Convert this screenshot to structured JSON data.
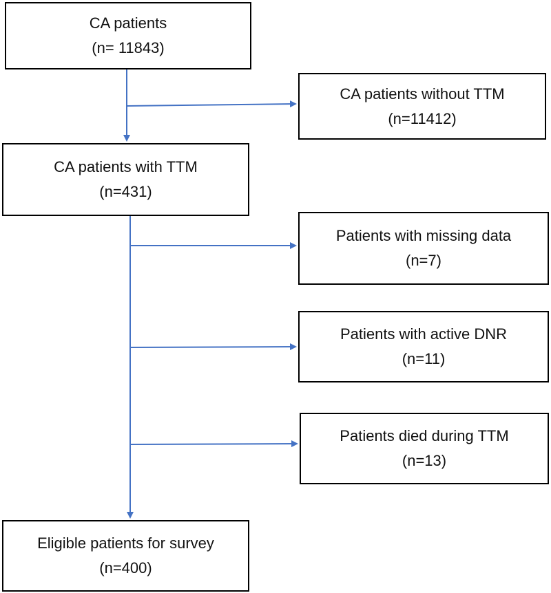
{
  "flowchart": {
    "accent_color": "#4472C4",
    "boxes": [
      {
        "title": "CA patients",
        "count": "(n= 11843)"
      },
      {
        "title": "CA patients without TTM",
        "count": "(n=11412)"
      },
      {
        "title": "CA patients with TTM",
        "count": "(n=431)"
      },
      {
        "title": "Patients with missing data",
        "count": "(n=7)"
      },
      {
        "title": "Patients with active DNR",
        "count": "(n=11)"
      },
      {
        "title": "Patients died during TTM",
        "count": "(n=13)"
      },
      {
        "title": "Eligible patients for survey",
        "count": "(n=400)"
      }
    ]
  }
}
